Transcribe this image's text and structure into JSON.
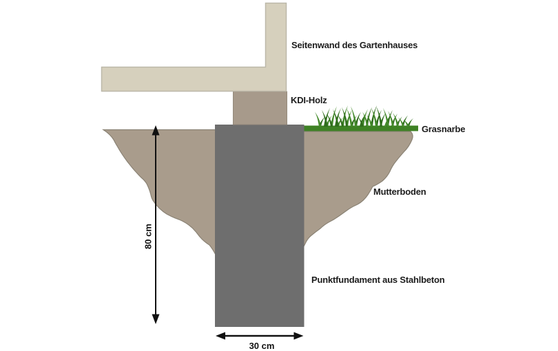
{
  "diagram": {
    "subject": "point-foundation-cross-section",
    "labels": {
      "side_wall": "Seitenwand des Gartenhauses",
      "kdi_wood": "KDI-Holz",
      "grass_layer": "Grasnarbe",
      "topsoil": "Mutterboden",
      "foundation": "Punktfundament aus Stahlbeton"
    },
    "dimensions": {
      "depth": "80 cm",
      "width": "30 cm"
    },
    "colors": {
      "wall_beige": "#d6d0bd",
      "kdi_brown": "#a79a8b",
      "soil_brown": "#a99c8c",
      "concrete_gray": "#6e6e6e",
      "grass_green": "#3e8124",
      "grass_dark_green": "#2f6d1c",
      "background": "#ffffff"
    }
  }
}
